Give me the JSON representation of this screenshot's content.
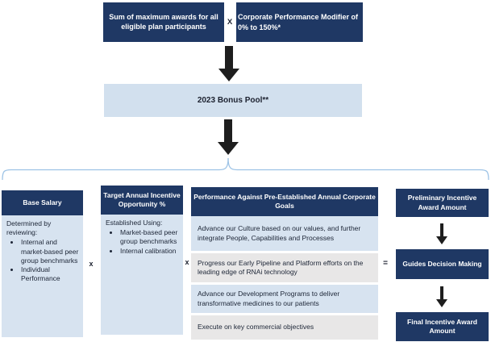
{
  "colors": {
    "navy": "#1f3864",
    "light_blue": "#d2e0ee",
    "body_blue": "#d7e3f0",
    "row_gray": "#e8e7e7",
    "arrow_black": "#1e1e1e",
    "brace_blue": "#9dc3e6"
  },
  "top": {
    "sum_box": "Sum of maximum awards for all eligible plan participants",
    "multiply": "X",
    "modifier_box": "Corporate Performance Modifier of 0% to 150%*",
    "bonus_pool": "2023 Bonus Pool**"
  },
  "operators": {
    "x1": "x",
    "x2": "x",
    "equals": "="
  },
  "columns": [
    {
      "header": "Base Salary",
      "intro": "Determined by reviewing:",
      "bullets": [
        "Internal and market-based peer group benchmarks",
        "Individual Performance"
      ]
    },
    {
      "header": "Target Annual Incentive Opportunity %",
      "intro": "Established Using:",
      "bullets": [
        "Market-based peer group benchmarks",
        "Internal calibration"
      ]
    }
  ],
  "goals": {
    "header": "Performance Against Pre-Established Annual Corporate Goals",
    "rows": [
      "Advance our Culture based on our values, and further integrate People, Capabilities and Processes",
      "Progress our Early Pipeline and Platform efforts on the leading edge of RNAi technology",
      "Advance our Development Programs to deliver transformative medicines to our patients",
      "Execute on key commercial objectives"
    ]
  },
  "results": [
    "Preliminary Incentive Award Amount",
    "Guides Decision Making",
    "Final Incentive Award Amount"
  ]
}
